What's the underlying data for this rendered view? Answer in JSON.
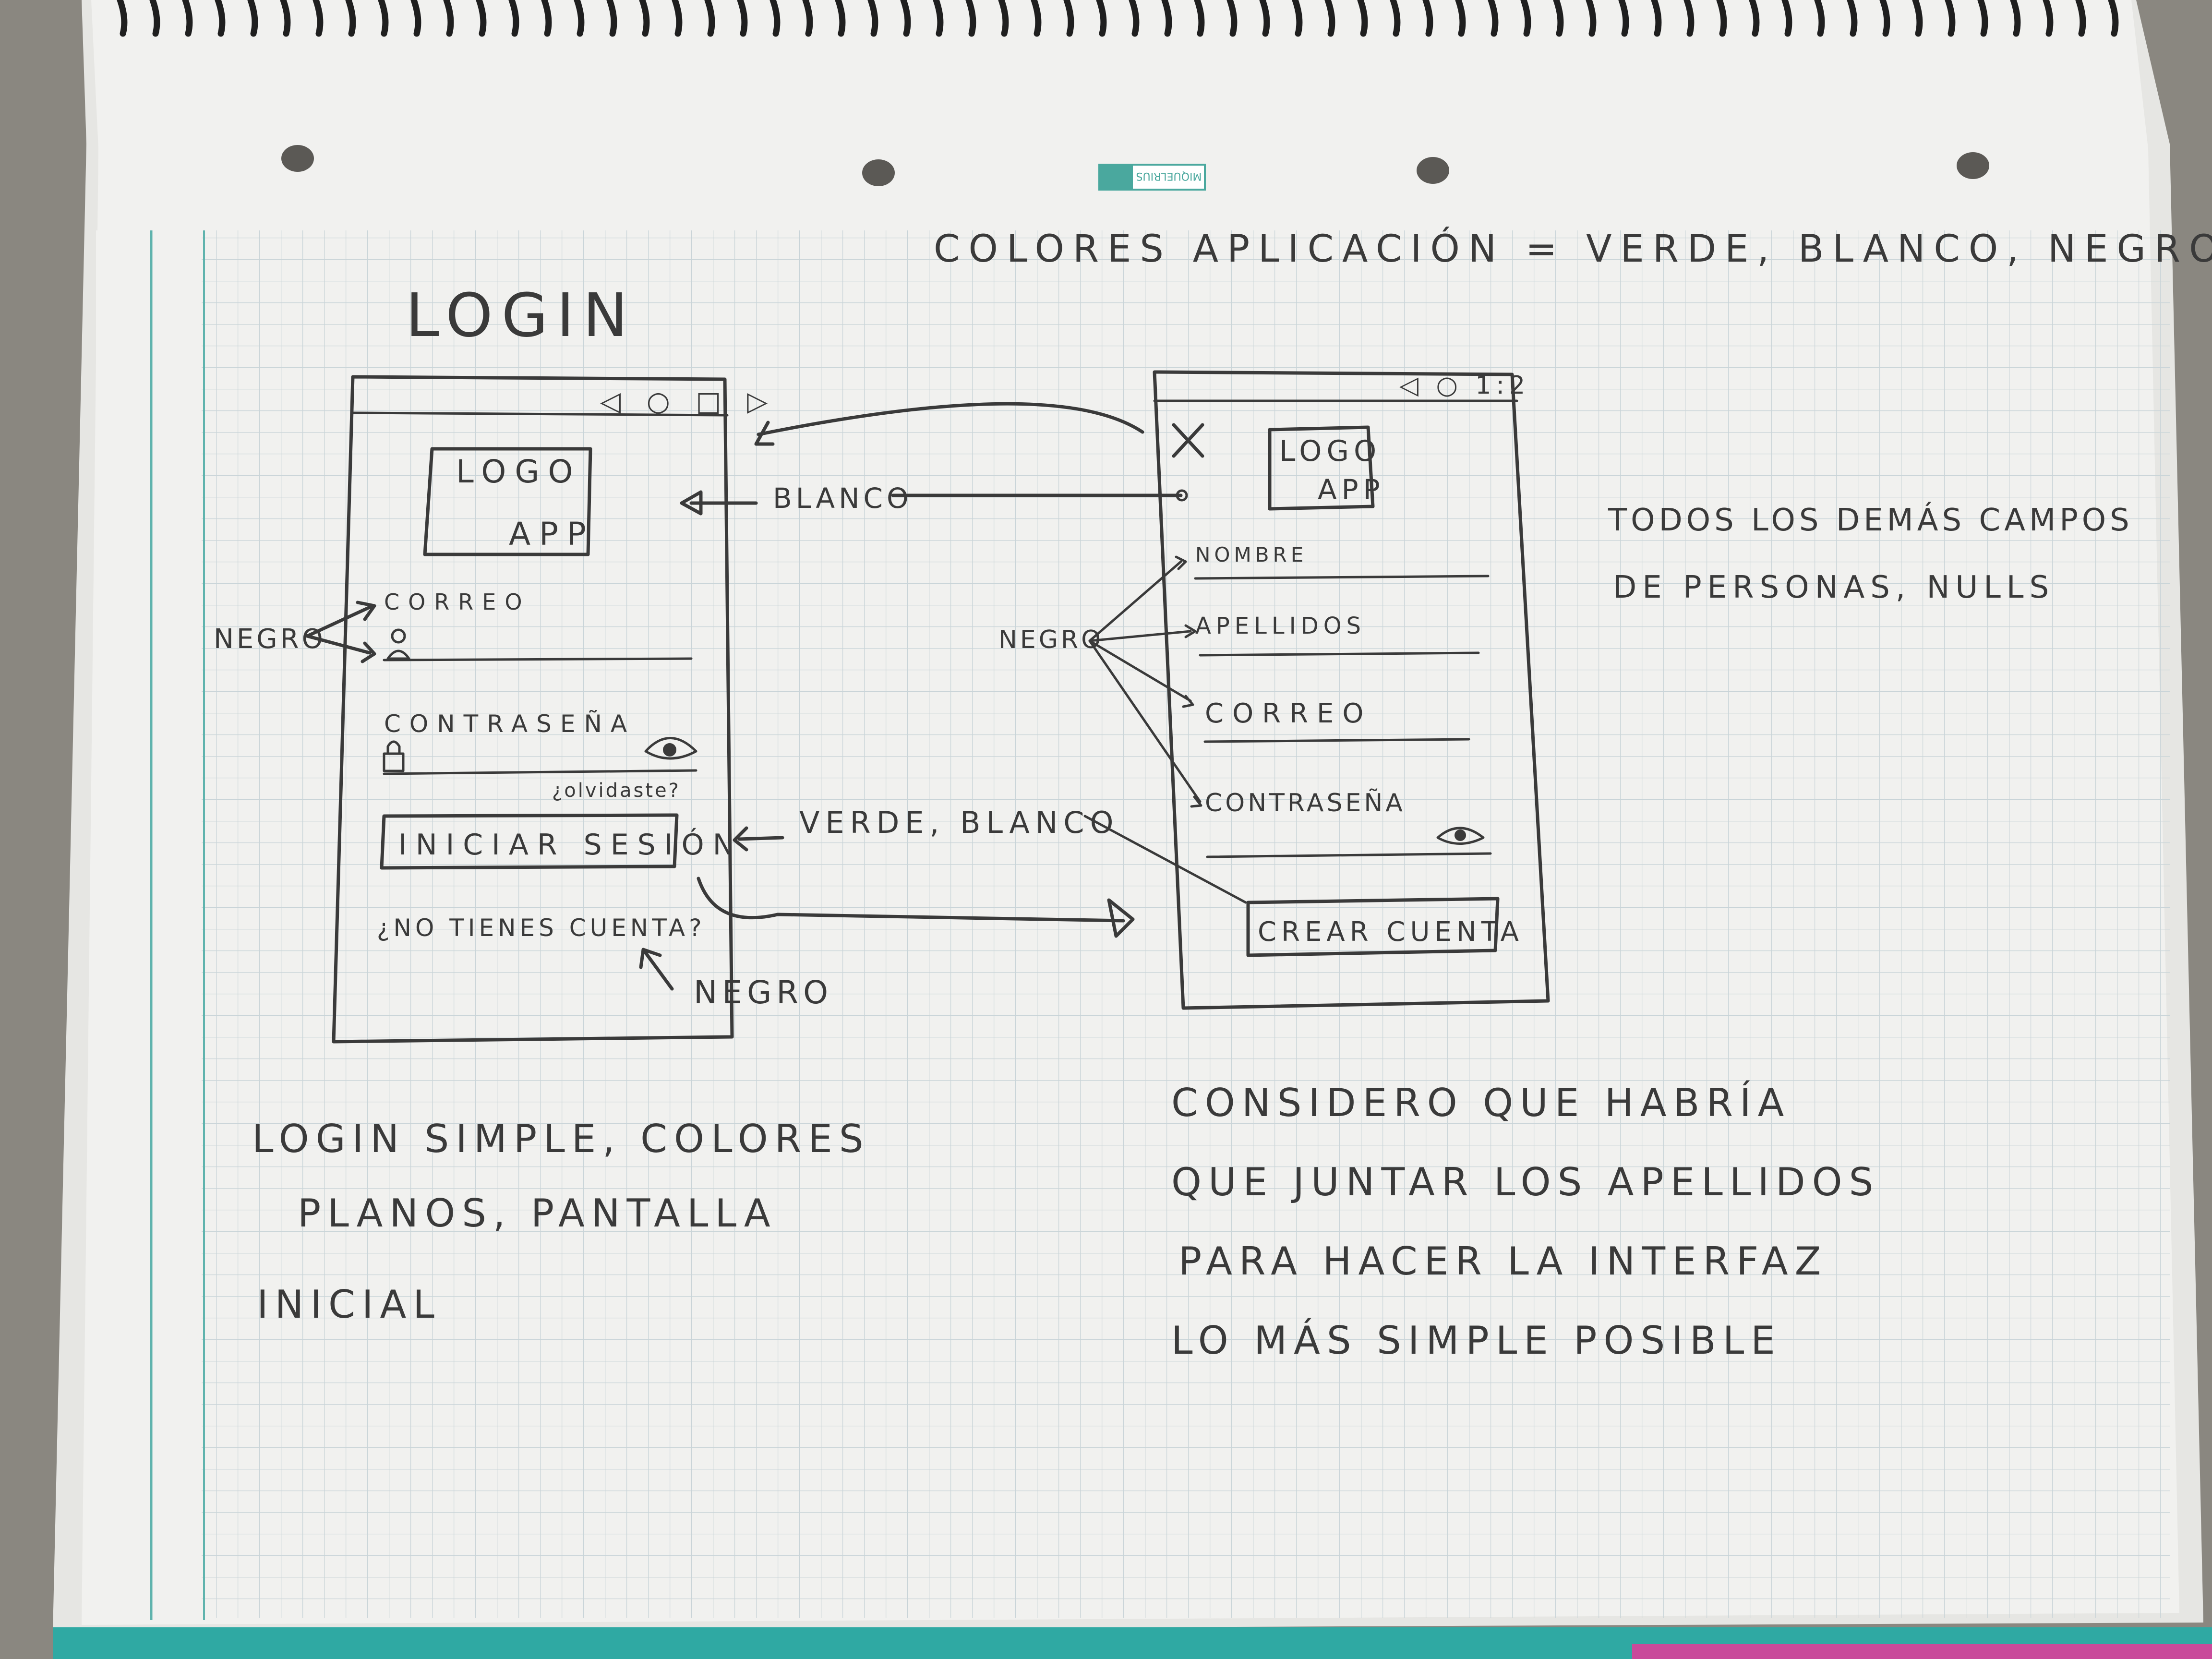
{
  "page": {
    "paper_color": "#f1f1ef",
    "grid_color": "#c9d4d8",
    "margin_line_color": "#5fb3ad",
    "ink_color": "#3a3a3a",
    "edge_color": "#2fa9a3",
    "edge_accent_color": "#c94a9a"
  },
  "brand_label": {
    "icon": "m-logo-icon",
    "text": "MIQUELRIUS",
    "color": "#4aa89e"
  },
  "header_note": "COLORES APLICACIÓN = VERDE, BLANCO, NEGRO",
  "login": {
    "title": "LOGIN",
    "status_bar": "◁ ○ □ ▷",
    "logo_line1": "LOGO",
    "logo_line2": "APP",
    "email_label": "CORREO",
    "email_icon": "user-icon",
    "password_label": "CONTRASEÑA",
    "password_icon": "lock-icon",
    "show_password_icon": "eye-icon",
    "forgot_link": "¿olvidaste?",
    "login_button": "INICIAR SESIÓN",
    "no_account_link": "¿NO TIENES CUENTA?"
  },
  "register": {
    "status_bar": "◁ ○ 1:2",
    "close_icon": "close-icon",
    "logo_line1": "LOGO",
    "logo_line2": "APP",
    "name_label": "NOMBRE",
    "surname_label": "APELLIDOS",
    "email_label": "CORREO",
    "password_label": "CONTRASEÑA",
    "show_password_icon": "eye-icon",
    "create_button": "CREAR CUENTA"
  },
  "annotations": {
    "negro_left": "NEGRO",
    "blanco": "BLANCO",
    "negro_mid": "NEGRO",
    "verde_blanco": "VERDE, BLANCO",
    "negro_bottom": "NEGRO",
    "other_fields_line1": "TODOS LOS DEMÁS CAMPOS",
    "other_fields_line2": "DE PERSONAS, NULLS"
  },
  "notes": {
    "left": [
      "LOGIN SIMPLE, COLORES",
      "PLANOS, PANTALLA",
      "INICIAL"
    ],
    "right": [
      "CONSIDERO QUE HABRÍA",
      "QUE JUNTAR LOS APELLIDOS",
      "PARA HACER LA INTERFAZ",
      "LO MÁS SIMPLE POSIBLE"
    ]
  }
}
